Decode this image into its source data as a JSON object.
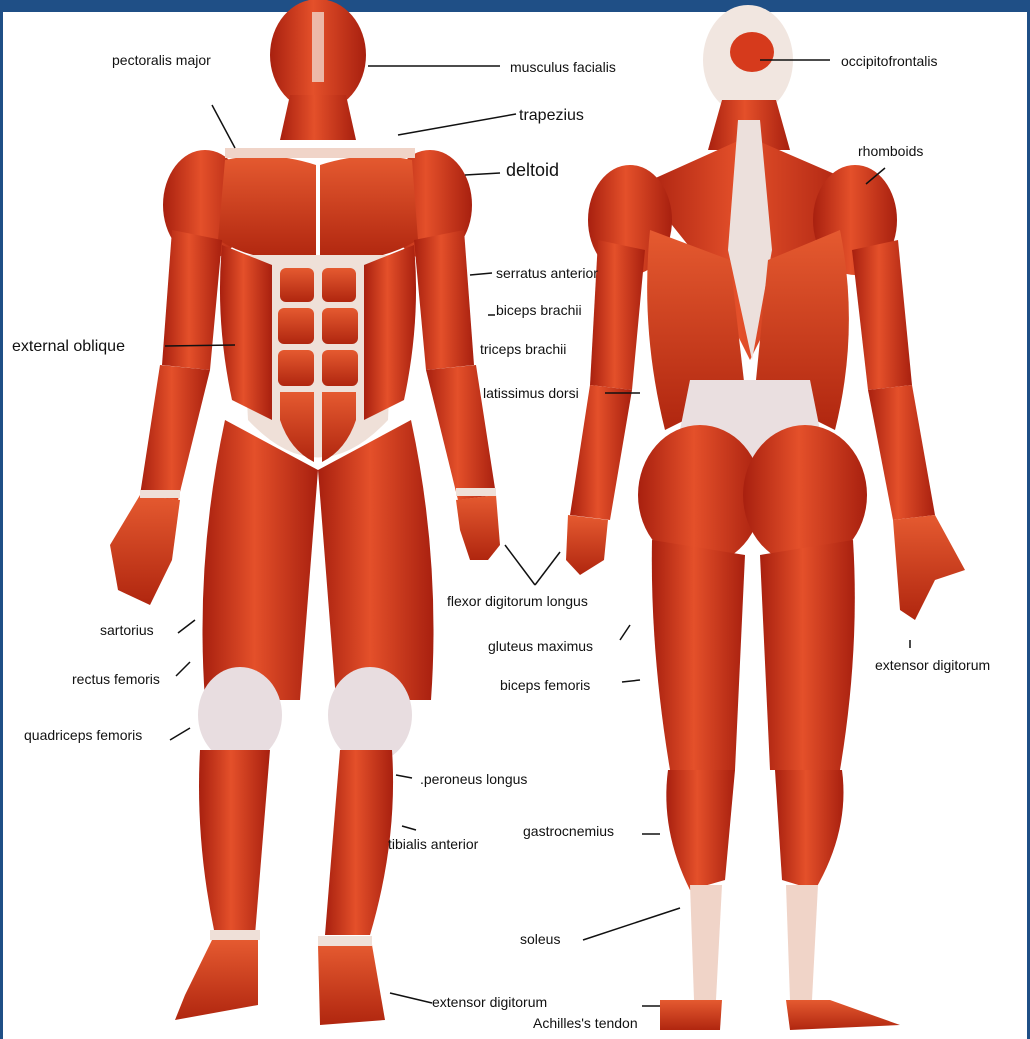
{
  "colors": {
    "frame": "#1f4f86",
    "muscle": "#d63a1c",
    "muscle_dark": "#9e1e0e",
    "muscle_light": "#ee6a3e",
    "tendon": "#efe0d8",
    "leader_line": "#111111"
  },
  "figures": {
    "front": "front-muscular-figure",
    "back": "back-muscular-figure"
  },
  "labels": {
    "pectoralis_major": "pectoralis major",
    "musculus_facialis": "musculus facialis",
    "occipitofrontalis": "occipitofrontalis",
    "trapezius": "trapezius",
    "rhomboids": "rhomboids",
    "deltoid": "deltoid",
    "serratus_anterior": "serratus anterior",
    "biceps_brachii": "biceps brachii",
    "external_oblique": "external oblique",
    "triceps_brachii": "triceps brachii",
    "latissimus_dorsi": "latissimus dorsi",
    "flexor_digitorum_longus": "flexor digitorum longus",
    "sartorius": "sartorius",
    "gluteus_maximus": "gluteus maximus",
    "extensor_digitorum_arm": "extensor digitorum",
    "rectus_femoris": "rectus femoris",
    "biceps_femoris": "biceps femoris",
    "quadriceps_femoris": "quadriceps femoris",
    "peroneus_longus": ".peroneus longus",
    "gastrocnemius": "gastrocnemius",
    "tibialis_anterior": "tibialis anterior",
    "soleus": "soleus",
    "extensor_digitorum_foot": "extensor digitorum",
    "achilles_tendon": "Achilles's tendon"
  }
}
